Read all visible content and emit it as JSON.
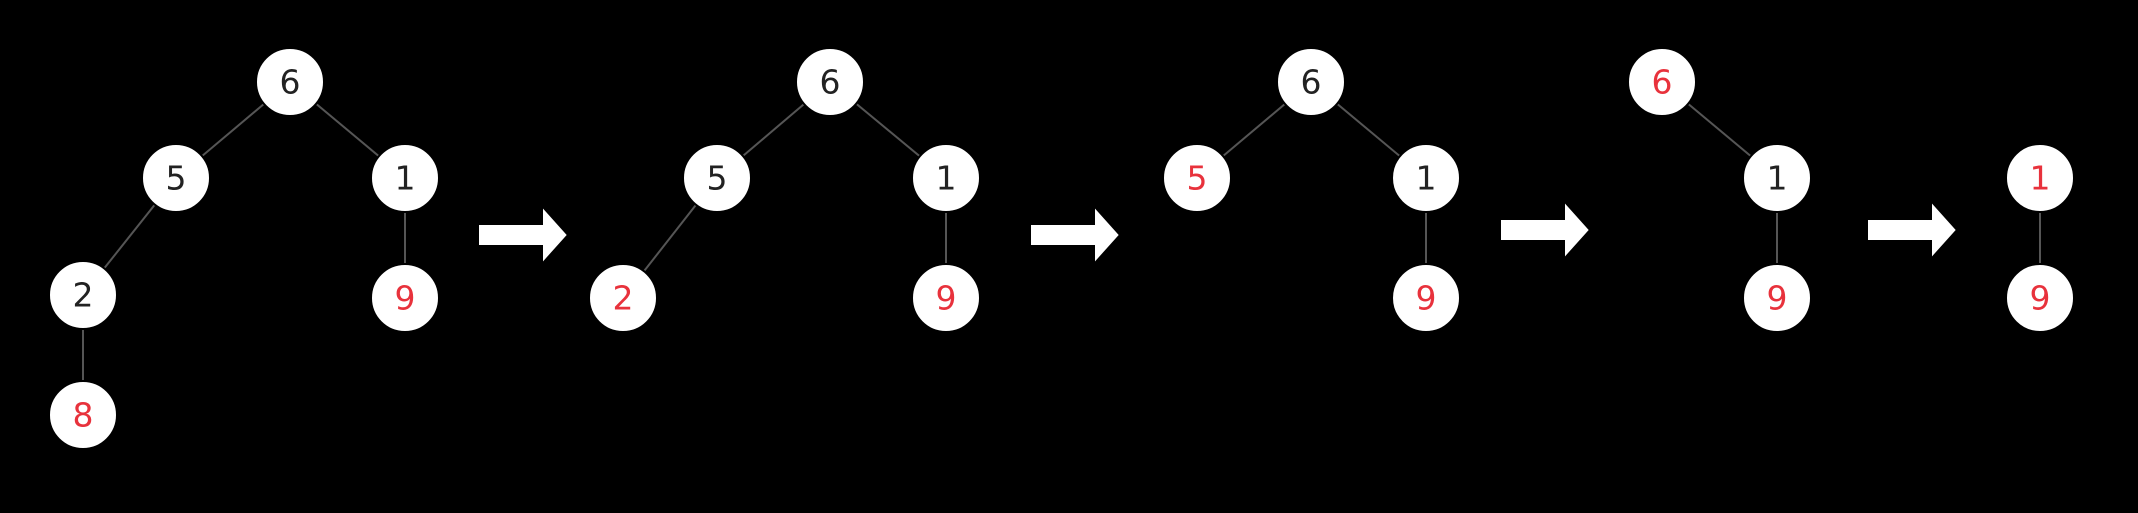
{
  "colors": {
    "background": "#000000",
    "node_fill": "#ffffff",
    "edge": "#555555",
    "label_default": "#222222",
    "label_highlight": "#e8323c"
  },
  "trees": [
    {
      "id": "tree-1",
      "nodes": [
        {
          "id": "n6",
          "label": "6",
          "highlight": false
        },
        {
          "id": "n5",
          "label": "5",
          "highlight": false
        },
        {
          "id": "n1",
          "label": "1",
          "highlight": false
        },
        {
          "id": "n2",
          "label": "2",
          "highlight": false
        },
        {
          "id": "n9",
          "label": "9",
          "highlight": true
        },
        {
          "id": "n8",
          "label": "8",
          "highlight": true
        }
      ],
      "edges": [
        [
          "n6",
          "n5"
        ],
        [
          "n6",
          "n1"
        ],
        [
          "n5",
          "n2"
        ],
        [
          "n1",
          "n9"
        ],
        [
          "n2",
          "n8"
        ]
      ]
    },
    {
      "id": "tree-2",
      "nodes": [
        {
          "id": "n6",
          "label": "6",
          "highlight": false
        },
        {
          "id": "n5",
          "label": "5",
          "highlight": false
        },
        {
          "id": "n1",
          "label": "1",
          "highlight": false
        },
        {
          "id": "n2",
          "label": "2",
          "highlight": true
        },
        {
          "id": "n9",
          "label": "9",
          "highlight": true
        }
      ],
      "edges": [
        [
          "n6",
          "n5"
        ],
        [
          "n6",
          "n1"
        ],
        [
          "n5",
          "n2"
        ],
        [
          "n1",
          "n9"
        ]
      ]
    },
    {
      "id": "tree-3",
      "nodes": [
        {
          "id": "n6",
          "label": "6",
          "highlight": false
        },
        {
          "id": "n5",
          "label": "5",
          "highlight": true
        },
        {
          "id": "n1",
          "label": "1",
          "highlight": false
        },
        {
          "id": "n9",
          "label": "9",
          "highlight": true
        }
      ],
      "edges": [
        [
          "n6",
          "n5"
        ],
        [
          "n6",
          "n1"
        ],
        [
          "n1",
          "n9"
        ]
      ]
    },
    {
      "id": "tree-4",
      "nodes": [
        {
          "id": "n6",
          "label": "6",
          "highlight": true
        },
        {
          "id": "n1",
          "label": "1",
          "highlight": false
        },
        {
          "id": "n9",
          "label": "9",
          "highlight": true
        }
      ],
      "edges": [
        [
          "n6",
          "n1"
        ],
        [
          "n1",
          "n9"
        ]
      ]
    },
    {
      "id": "tree-5",
      "nodes": [
        {
          "id": "n1",
          "label": "1",
          "highlight": true
        },
        {
          "id": "n9",
          "label": "9",
          "highlight": true
        }
      ],
      "edges": [
        [
          "n1",
          "n9"
        ]
      ]
    }
  ],
  "arrow_count": 4
}
